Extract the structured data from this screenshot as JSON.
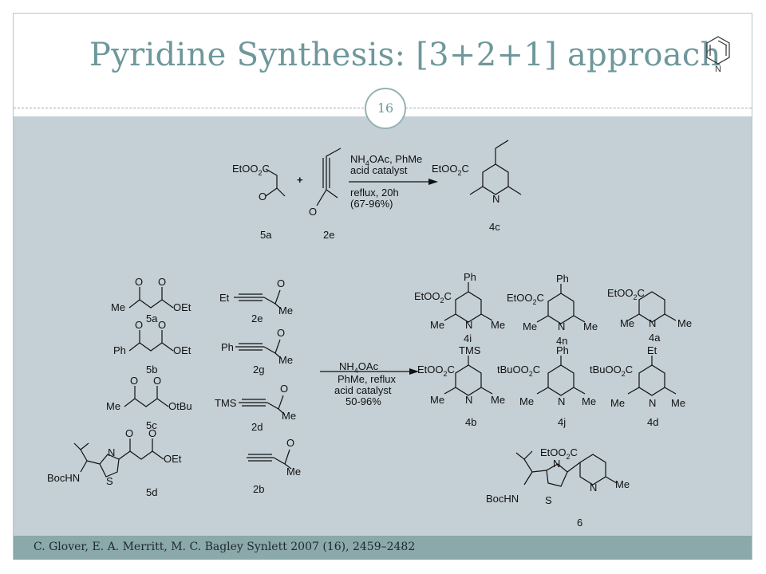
{
  "slide": {
    "title": "Pyridine Synthesis: [3+2+1] approach",
    "page_number": "16",
    "citation": "C. Glover, E. A. Merritt, M. C. Bagley Synlett 2007 (16), 2459–2482"
  },
  "logo": {
    "icon": "pyridine-ring-icon",
    "label": "N"
  },
  "reaction1": {
    "sm1_label": "5a",
    "sm2_label": "2e",
    "product_label": "4c",
    "plus": "+",
    "cond_1a": "NH",
    "cond_1b": "4",
    "cond_1c": "OAc, PhMe",
    "cond_2": "acid catalyst",
    "cond_3": "reflux, 20h",
    "cond_4": "(67-96%)"
  },
  "reaction2": {
    "cond_1a": "NH",
    "cond_1b": "4",
    "cond_1c": "OAc",
    "cond_2": "PhMe, reflux",
    "cond_3": "acid catalyst",
    "cond_4": "50-96%"
  },
  "ketoesters": [
    {
      "label": "5a",
      "left": "Me",
      "right": "OEt"
    },
    {
      "label": "5b",
      "left": "Ph",
      "right": "OEt"
    },
    {
      "label": "5c",
      "left": "Me",
      "right": "OtBu"
    },
    {
      "label": "5d",
      "left": "",
      "right": "OEt"
    }
  ],
  "alkynones": [
    {
      "label": "2e",
      "sub": "Et"
    },
    {
      "label": "2g",
      "sub": "Ph"
    },
    {
      "label": "2d",
      "sub": "TMS"
    },
    {
      "label": "2b",
      "sub": ""
    }
  ],
  "pyridines": [
    {
      "label": "4i",
      "ester": "EtO",
      "sub4": "Ph"
    },
    {
      "label": "4n",
      "ester": "EtO",
      "sub4": "Ph"
    },
    {
      "label": "4a",
      "ester": "EtO",
      "sub4": ""
    },
    {
      "label": "4b",
      "ester": "EtO",
      "sub4": "TMS"
    },
    {
      "label": "4j",
      "ester": "tBuO",
      "sub4": "Ph"
    },
    {
      "label": "4d",
      "ester": "tBuO",
      "sub4": "Et"
    }
  ],
  "product6": {
    "label": "6",
    "ester": "EtO"
  },
  "atoms": {
    "me": "Me",
    "n": "N",
    "s": "S",
    "o": "O",
    "c": "C",
    "sub2": "2",
    "bochn": "BocHN",
    "eto": "EtO"
  }
}
